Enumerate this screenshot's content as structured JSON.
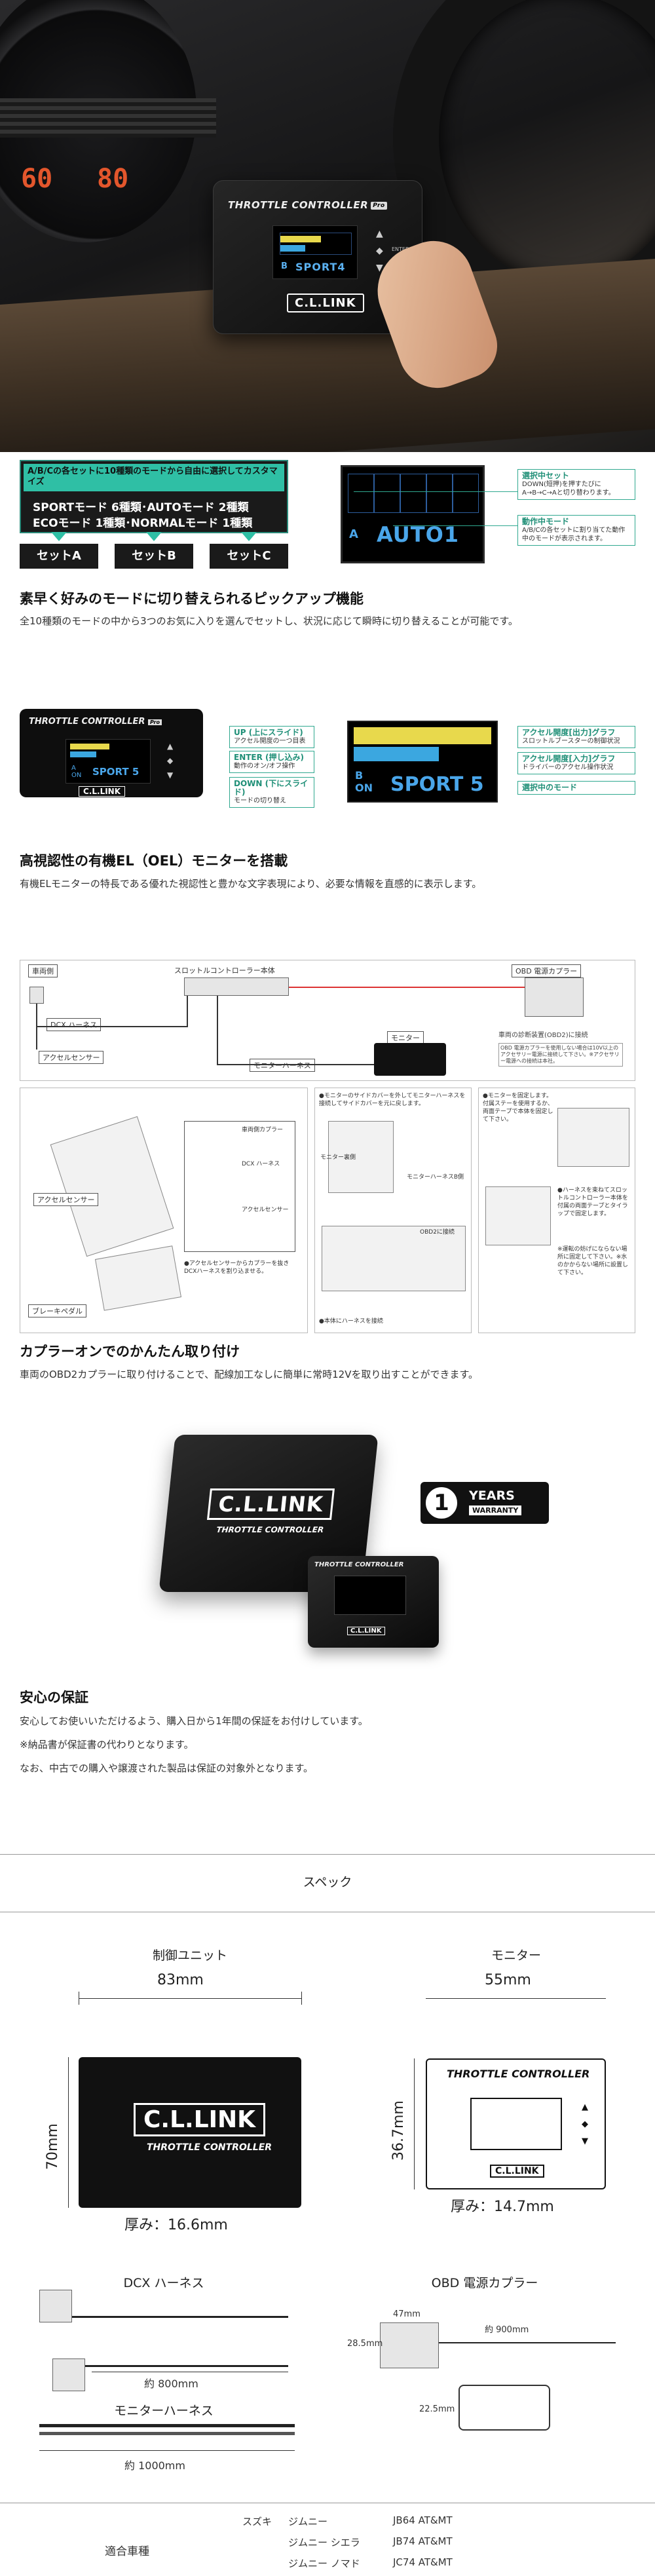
{
  "hero": {
    "gauge_left": "60",
    "gauge_right": "80",
    "device_title": "THROTTLE CONTROLLER",
    "pro_badge": "Pro",
    "set_letter": "B",
    "mode": "SPORT4",
    "enter": "ENTER",
    "brand": "C.L.LINK"
  },
  "section1": {
    "header": "A/B/Cの各セットに10種類のモードから自由に選択してカスタマイズ",
    "line1": "SPORTモード 6種類･AUTOモード 2種類",
    "line2": "ECOモード 1種類･NORMALモード 1種類",
    "tags": [
      "セットA",
      "セットB",
      "セットC"
    ],
    "monitor_letter": "A",
    "monitor_mode": "AUTO1",
    "callout1_title": "選択中セット",
    "callout1_body": "DOWN(短押)を押すたびにA→B→C→Aと切り替わります。",
    "callout2_title": "動作中モード",
    "callout2_body": "A/B/Cの各セットに割り当てた動作中のモードが表示されます。",
    "heading": "素早く好みのモードに切り替えられるピックアップ機能",
    "body": "全10種類のモードの中から3つのお気に入りを選んでセットし、状況に応じて瞬時に切り替えることが可能です。"
  },
  "section2": {
    "device_title": "THROTTLE CONTROLLER",
    "pro_badge": "Pro",
    "set_a": "A",
    "on": "ON",
    "mode": "SPORT 5",
    "brand": "C.L.LINK",
    "c_up_title": "UP (上にスライド)",
    "c_up_body": "アクセル開度の一つ目表",
    "c_enter_title": "ENTER (押し込み)",
    "c_enter_body": "動作のオン/オフ操作",
    "c_down_title": "DOWN (下にスライド)",
    "c_down_body": "モードの切り替え",
    "mon_letter": "B",
    "mon_on": "ON",
    "mon_mode": "SPORT 5",
    "c_out_title": "アクセル開度[出力]グラフ",
    "c_out_body": "スロットルブースターの制御状況",
    "c_in_title": "アクセル開度[入力]グラフ",
    "c_in_body": "ドライバーのアクセル操作状況",
    "c_mode_title": "選択中のモード",
    "heading": "高視認性の有機EL（OEL）モニターを搭載",
    "body": "有機ELモニターの特長である優れた視認性と豊かな文字表現により、必要な情報を直感的に表示します。"
  },
  "wiring": {
    "vehicle_side": "車両側",
    "controller_body": "スロットルコントローラー本体",
    "obd_coupler": "OBD 電源カプラー",
    "dcx_harness": "DCX ハーネス",
    "accel_sensor": "アクセルセンサー",
    "monitor": "モニター",
    "monitor_harness": "モニターハーネス",
    "obd_connect": "車両の診断装置(OBD2)に接続",
    "obd_note": "OBD 電源カプラーを使用しない場合は10V以上のアクセサリー電源に接続して下さい。※アクセサリー電源への接続は本社。",
    "p1_coupler": "車両側カプラー",
    "p1_dcx": "DCX ハーネス",
    "p1_sensor": "アクセルセンサー",
    "p1_accel": "アクセルセンサー",
    "p1_brake": "ブレーキペダル",
    "p1_note": "●アクセルセンサーからカプラーを抜き DCXハーネスを割り込ませる。",
    "p2_note": "●モニターのサイドカバーを外してモニターハーネスを接続してサイドカバーを元に戻します。",
    "p2_monitor_back": "モニター裏側",
    "p2_harness": "モニターハーネスB側",
    "p2_bottom": "●本体にハーネスを接続",
    "p2_obd": "OBD2に接続",
    "p3_note1": "●モニターを固定します。付属ステーを使用するか、両面テープで本体を固定して下さい。",
    "p3_note2": "●ハーネスを束ねてスロットルコントローラー本体を付属の両面テープとタイラップで固定します。",
    "p3_note3": "※運転の妨げにならない場所に固定して下さい。※水のかからない場所に設置して下さい。",
    "heading": "カプラーオンでのかんたん取り付け",
    "body": "車両のOBD2カプラーに取り付けることで、配線加工なしに簡単に常時12Vを取り出すことができます。"
  },
  "product": {
    "brand": "C.L.LINK",
    "sub": "THROTTLE CONTROLLER",
    "small_title": "THROTTLE CONTROLLER",
    "small_brand": "C.L.LINK",
    "warranty_num": "1",
    "warranty_years": "YEARS",
    "warranty_label": "WARRANTY",
    "heading": "安心の保証",
    "body_lines": [
      "安心してお使いいただけるよう、購入日から1年間の保証をお付けしています。",
      "※納品書が保証書の代わりとなります。",
      "なお、中古での購入や譲渡された製品は保証の対象外となります。"
    ]
  },
  "spec": {
    "title": "スペック",
    "unit_label": "制御ユニット",
    "unit_width": "83mm",
    "unit_height": "70mm",
    "unit_depth": "厚み：16.6mm",
    "unit_brand": "C.L.LINK",
    "unit_sub": "THROTTLE CONTROLLER",
    "mon_label": "モニター",
    "mon_width": "55mm",
    "mon_height": "36.7mm",
    "mon_depth": "厚み：14.7mm",
    "mon_title": "THROTTLE CONTROLLER",
    "mon_brand": "C.L.LINK",
    "dcx_label": "DCX ハーネス",
    "dcx_len": "約 800mm",
    "monh_label": "モニターハーネス",
    "monh_len": "約 1000mm",
    "obd_label": "OBD 電源カプラー",
    "obd_w": "47mm",
    "obd_len": "約 900mm",
    "obd_h1": "28.5mm",
    "obd_h2": "22.5mm"
  },
  "fitment": {
    "label": "適合車種",
    "rows": [
      {
        "maker": "スズキ",
        "model": "ジムニー",
        "code": "JB64 AT&MT"
      },
      {
        "maker": "",
        "model": "ジムニー シエラ",
        "code": "JB74 AT&MT"
      },
      {
        "maker": "",
        "model": "ジムニー ノマド",
        "code": "JC74 AT&MT"
      }
    ]
  }
}
